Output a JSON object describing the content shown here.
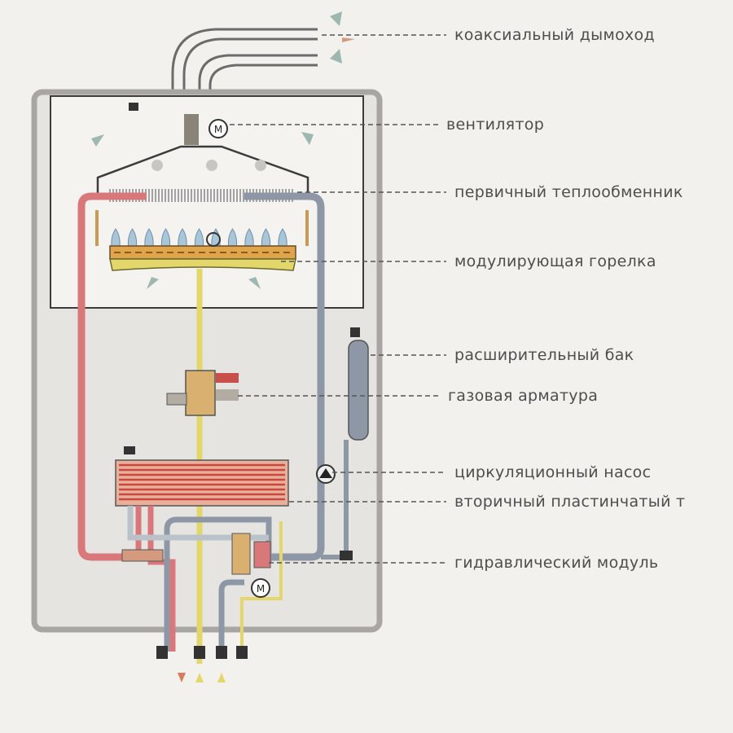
{
  "labels": {
    "flue": "коаксиальный дымоход",
    "fan": "вентилятор",
    "primary_hx": "первичный теплообменник",
    "burner": "модулирующая горелка",
    "expansion_tank": "расширительный бак",
    "gas_valve": "газовая арматура",
    "pump": "циркуляционный насос",
    "secondary_hx": "вторичный пластинчатый т",
    "hydraulic_module": "гидравлический модуль"
  },
  "symbols": {
    "motor_fan": "M",
    "motor_valve": "M"
  },
  "colors": {
    "hot": "#d9787a",
    "cold": "#8e97a6",
    "gas": "#e3d66a",
    "burner": "#e0a54a",
    "casing": "#a9a5a2"
  }
}
